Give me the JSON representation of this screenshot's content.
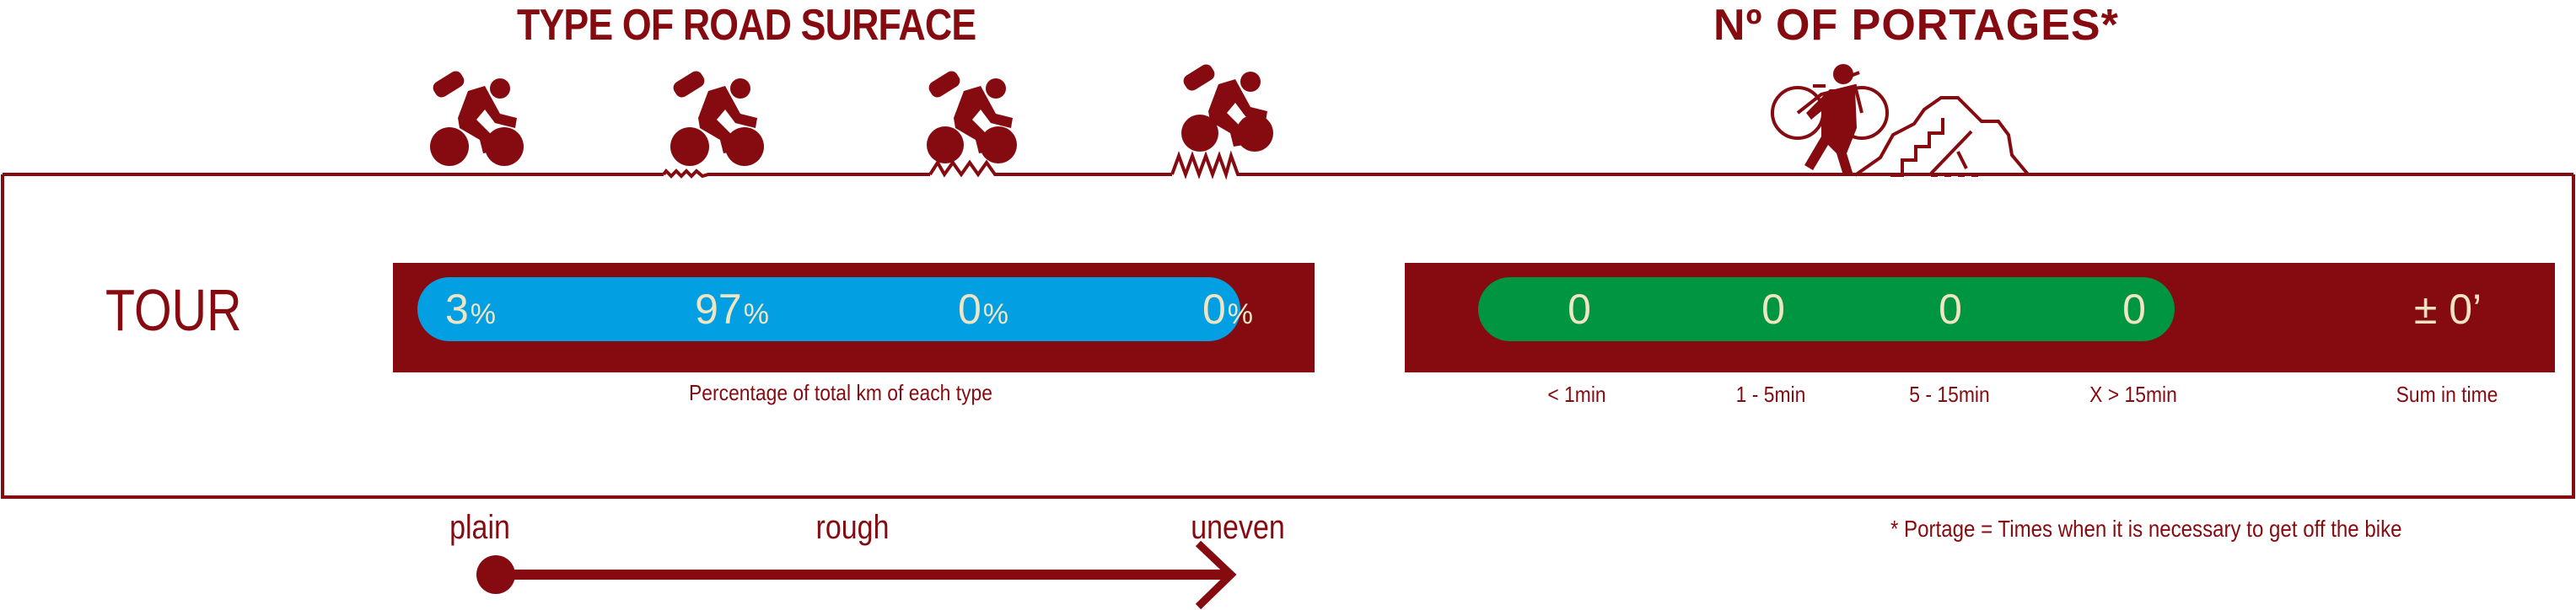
{
  "colors": {
    "maroon": "#860b10",
    "surface_bar": "#02a0e2",
    "portage_bar": "#009541",
    "value_text": "#f1e4c3"
  },
  "road_surface": {
    "title": "TYPE OF ROAD SURFACE",
    "icons": [
      "cyclist-plain-road-icon",
      "cyclist-wavy-road-icon",
      "cyclist-rough-road-icon",
      "cyclist-uneven-road-icon"
    ],
    "values": [
      {
        "number": "3",
        "unit": "%"
      },
      {
        "number": "97",
        "unit": "%"
      },
      {
        "number": "0",
        "unit": "%"
      },
      {
        "number": "0",
        "unit": "%"
      }
    ],
    "caption": "Percentage of total km of each type"
  },
  "portages": {
    "title": "Nº OF PORTAGES*",
    "icon": "carrying-bike-over-obstacles-icon",
    "counts": [
      "0",
      "0",
      "0",
      "0"
    ],
    "sum": "± 0’",
    "labels": [
      "< 1min",
      "1 - 5min",
      "5 - 15min",
      "X > 15min"
    ],
    "sum_label": "Sum in time"
  },
  "row": {
    "label": "TOUR"
  },
  "scale": {
    "labels": [
      "plain",
      "rough",
      "uneven"
    ]
  },
  "footnote": "* Portage = Times when it is necessary to get off the bike",
  "chart_data": {
    "type": "table",
    "title": "TYPE OF ROAD SURFACE / Nº OF PORTAGES*",
    "rows": [
      "TOUR"
    ],
    "road_surface": {
      "categories": [
        "plain",
        "wavy",
        "rough",
        "uneven"
      ],
      "values": [
        3,
        97,
        0,
        0
      ],
      "unit": "%",
      "caption": "Percentage of total km of each type"
    },
    "portages": {
      "categories": [
        "< 1min",
        "1 - 5min",
        "5 - 15min",
        "X > 15min"
      ],
      "values": [
        0,
        0,
        0,
        0
      ],
      "sum_in_time": "± 0’"
    },
    "scale_axis": [
      "plain",
      "rough",
      "uneven"
    ]
  }
}
